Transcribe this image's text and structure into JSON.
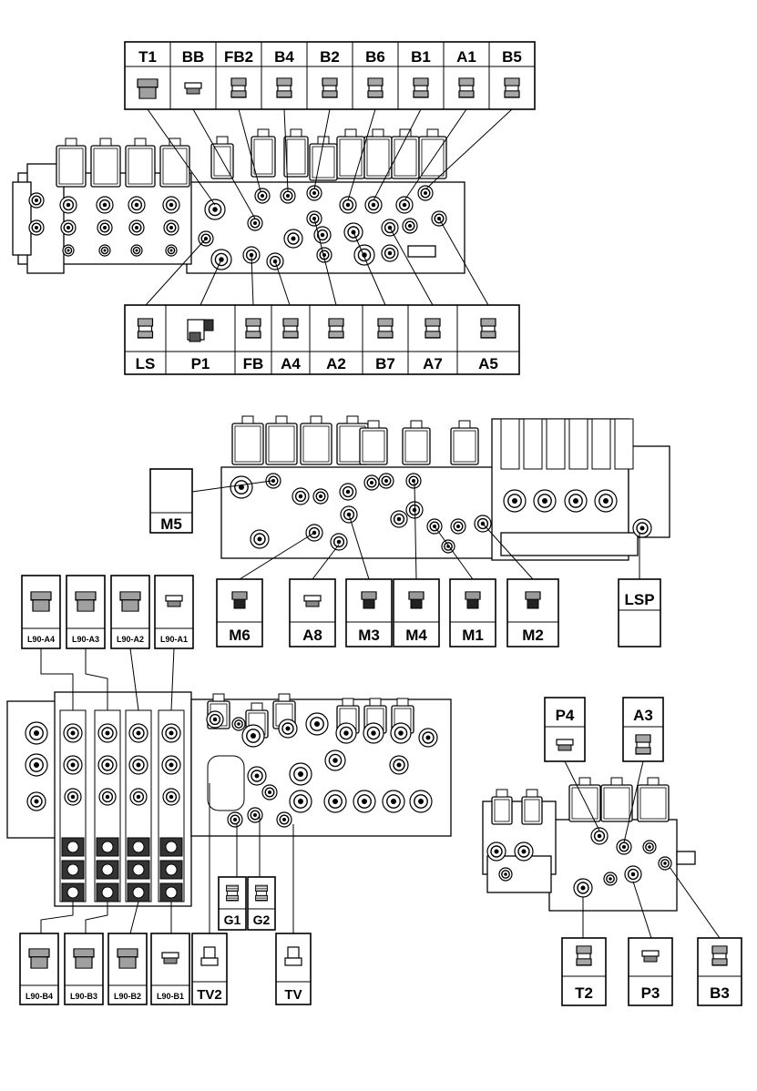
{
  "top_labels": {
    "top": [
      "T1",
      "BB",
      "FB2",
      "B4",
      "B2",
      "B6",
      "B1",
      "A1",
      "B5"
    ],
    "bottom": [
      "LS",
      "P1",
      "FB",
      "A4",
      "A2",
      "B7",
      "A7",
      "A5"
    ]
  },
  "middle_labels": {
    "left": "M5",
    "bottom": [
      "M6",
      "A8",
      "M3",
      "M4",
      "M1",
      "M2"
    ],
    "right": "LSP"
  },
  "lower_left_labels": {
    "top": [
      "L90-A4",
      "L90-A3",
      "L90-A2",
      "L90-A1"
    ],
    "gauges": [
      "G1",
      "G2"
    ],
    "bottom": [
      "L90-B4",
      "L90-B3",
      "L90-B2",
      "L90-B1"
    ],
    "tv2": "TV2",
    "tv": "TV"
  },
  "lower_right_labels": {
    "top": [
      "P4",
      "A3"
    ],
    "bottom": [
      "T2",
      "P3",
      "B3"
    ]
  },
  "colors": {
    "ink": "#000000",
    "paper": "#ffffff"
  }
}
